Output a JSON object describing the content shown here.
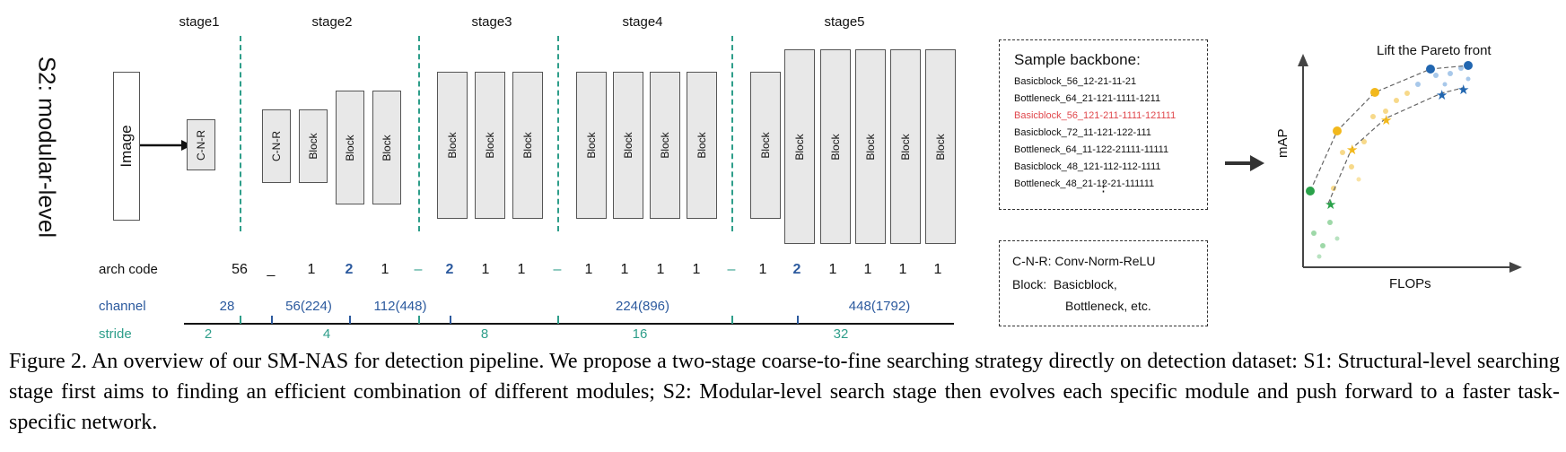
{
  "side_title": "S2: modular-level",
  "stages": [
    "stage1",
    "stage2",
    "stage3",
    "stage4",
    "stage5"
  ],
  "boxes": {
    "image": "Image",
    "cnr": "C-N-R",
    "block": "Block"
  },
  "rows": {
    "arch_code_label": "arch code",
    "channel_label": "channel",
    "stride_label": "stride"
  },
  "arch_code": [
    {
      "text": "56",
      "style": "normal"
    },
    {
      "text": "_",
      "style": "normal"
    },
    {
      "text": "1",
      "style": "normal"
    },
    {
      "text": "2",
      "style": "blue"
    },
    {
      "text": "1",
      "style": "normal"
    },
    {
      "text": "–",
      "style": "sep"
    },
    {
      "text": "2",
      "style": "blue"
    },
    {
      "text": "1",
      "style": "normal"
    },
    {
      "text": "1",
      "style": "normal"
    },
    {
      "text": "–",
      "style": "sep"
    },
    {
      "text": "1",
      "style": "normal"
    },
    {
      "text": "1",
      "style": "normal"
    },
    {
      "text": "1",
      "style": "normal"
    },
    {
      "text": "1",
      "style": "normal"
    },
    {
      "text": "–",
      "style": "sep"
    },
    {
      "text": "1",
      "style": "normal"
    },
    {
      "text": "2",
      "style": "blue"
    },
    {
      "text": "1",
      "style": "normal"
    },
    {
      "text": "1",
      "style": "normal"
    },
    {
      "text": "1",
      "style": "normal"
    },
    {
      "text": "1",
      "style": "normal"
    }
  ],
  "channels": [
    "28",
    "56(224)",
    "112(448)",
    "224(896)",
    "448(1792)"
  ],
  "strides": [
    "2",
    "4",
    "8",
    "16",
    "32"
  ],
  "sample_backbone": {
    "title": "Sample backbone:",
    "items": [
      {
        "text": "Basicblock_56_12-21-11-21",
        "highlight": false
      },
      {
        "text": "Bottleneck_64_21-121-1111-1211",
        "highlight": false
      },
      {
        "text": "Basicblock_56_121-211-1111-121111",
        "highlight": true
      },
      {
        "text": "Basicblock_72_11-121-122-111",
        "highlight": false
      },
      {
        "text": "Bottleneck_64_11-122-21111-11111",
        "highlight": false
      },
      {
        "text": "Basicblock_48_121-112-112-1111",
        "highlight": false
      },
      {
        "text": "Bottleneck_48_21-12-21-111111",
        "highlight": false
      }
    ],
    "ellipsis": "⋮"
  },
  "legend": {
    "line1": "C-N-R: Conv-Norm-ReLU",
    "line2": "Block:  Basicblock,",
    "line3": "Bottleneck, etc."
  },
  "pareto": {
    "title": "Lift the Pareto front",
    "ylabel": "mAP",
    "xlabel": "FLOPs"
  },
  "colors": {
    "teal": "#2e9e8a",
    "blue": "#2c5a9e",
    "highlight_red": "#e0474c",
    "green": "#2aa24a",
    "gold": "#f2b81c",
    "navy": "#2166b0"
  },
  "caption": "Figure 2.   An overview of our SM-NAS for detection pipeline.  We propose a two-stage coarse-to-fine searching strategy directly on detection dataset: S1: Structural-level searching stage first aims to finding an efficient combination of different modules; S2: Modular-level search stage then evolves each specific module and push forward to a faster task-specific network."
}
